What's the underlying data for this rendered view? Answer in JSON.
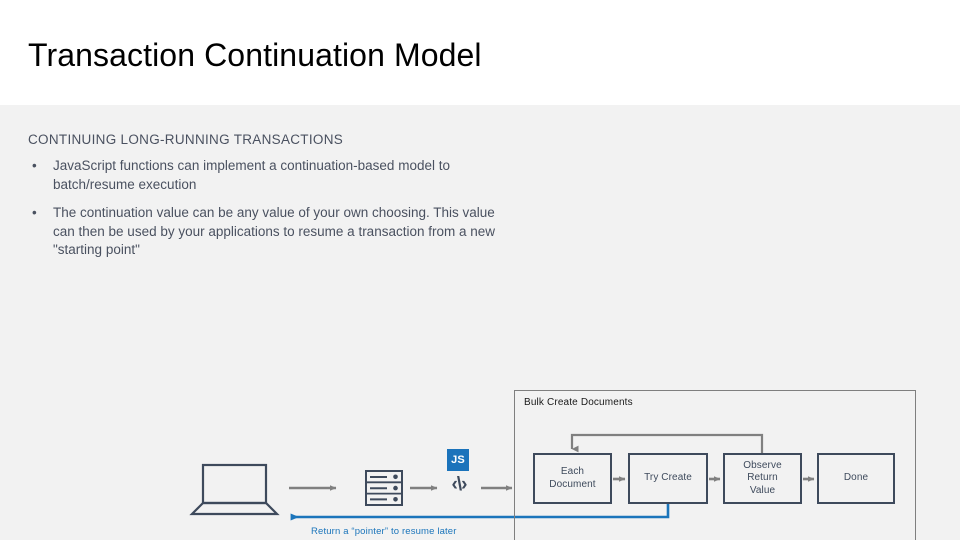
{
  "slide": {
    "title": "Transaction Continuation Model",
    "section_heading": "CONTINUING LONG-RUNNING TRANSACTIONS",
    "bullet_marker": "•",
    "bullets": [
      "JavaScript functions can implement a continuation-based model to batch/resume execution",
      "The continuation value can be any value of your own choosing. This value can then be used by your applications to resume a transaction from a new \"starting point\""
    ]
  },
  "diagram": {
    "group": {
      "title": "Bulk Create Documents"
    },
    "nodes": [
      {
        "id": "each-document",
        "label": "Each\nDocument"
      },
      {
        "id": "try-create",
        "label": "Try Create"
      },
      {
        "id": "observe-return-value",
        "label": "Observe\nReturn\nValue"
      },
      {
        "id": "done",
        "label": "Done"
      }
    ],
    "icons": {
      "laptop": "laptop-icon",
      "server": "server-icon",
      "js_badge": "JS",
      "code": "‹\\›"
    },
    "return_caption": "Return a “pointer” to resume later",
    "arrows": [
      {
        "id": "laptop-to-server",
        "style": "gray"
      },
      {
        "id": "server-to-code",
        "style": "gray"
      },
      {
        "id": "code-to-group",
        "style": "gray"
      },
      {
        "id": "each-to-try",
        "style": "gray"
      },
      {
        "id": "try-to-observe",
        "style": "gray"
      },
      {
        "id": "observe-to-done",
        "style": "gray"
      },
      {
        "id": "observe-loopback-to-each",
        "style": "gray-loop"
      },
      {
        "id": "try-create-return-pointer",
        "style": "blue"
      }
    ]
  },
  "colors": {
    "title_band": "#ffffff",
    "body_background": "#f2f2f2",
    "text_slate": "#4a5160",
    "node_border": "#3e4a5c",
    "group_border": "#7f7f7f",
    "arrow_gray": "#808080",
    "accent_blue": "#1b75bb",
    "js_blue": "#1b73bb"
  }
}
